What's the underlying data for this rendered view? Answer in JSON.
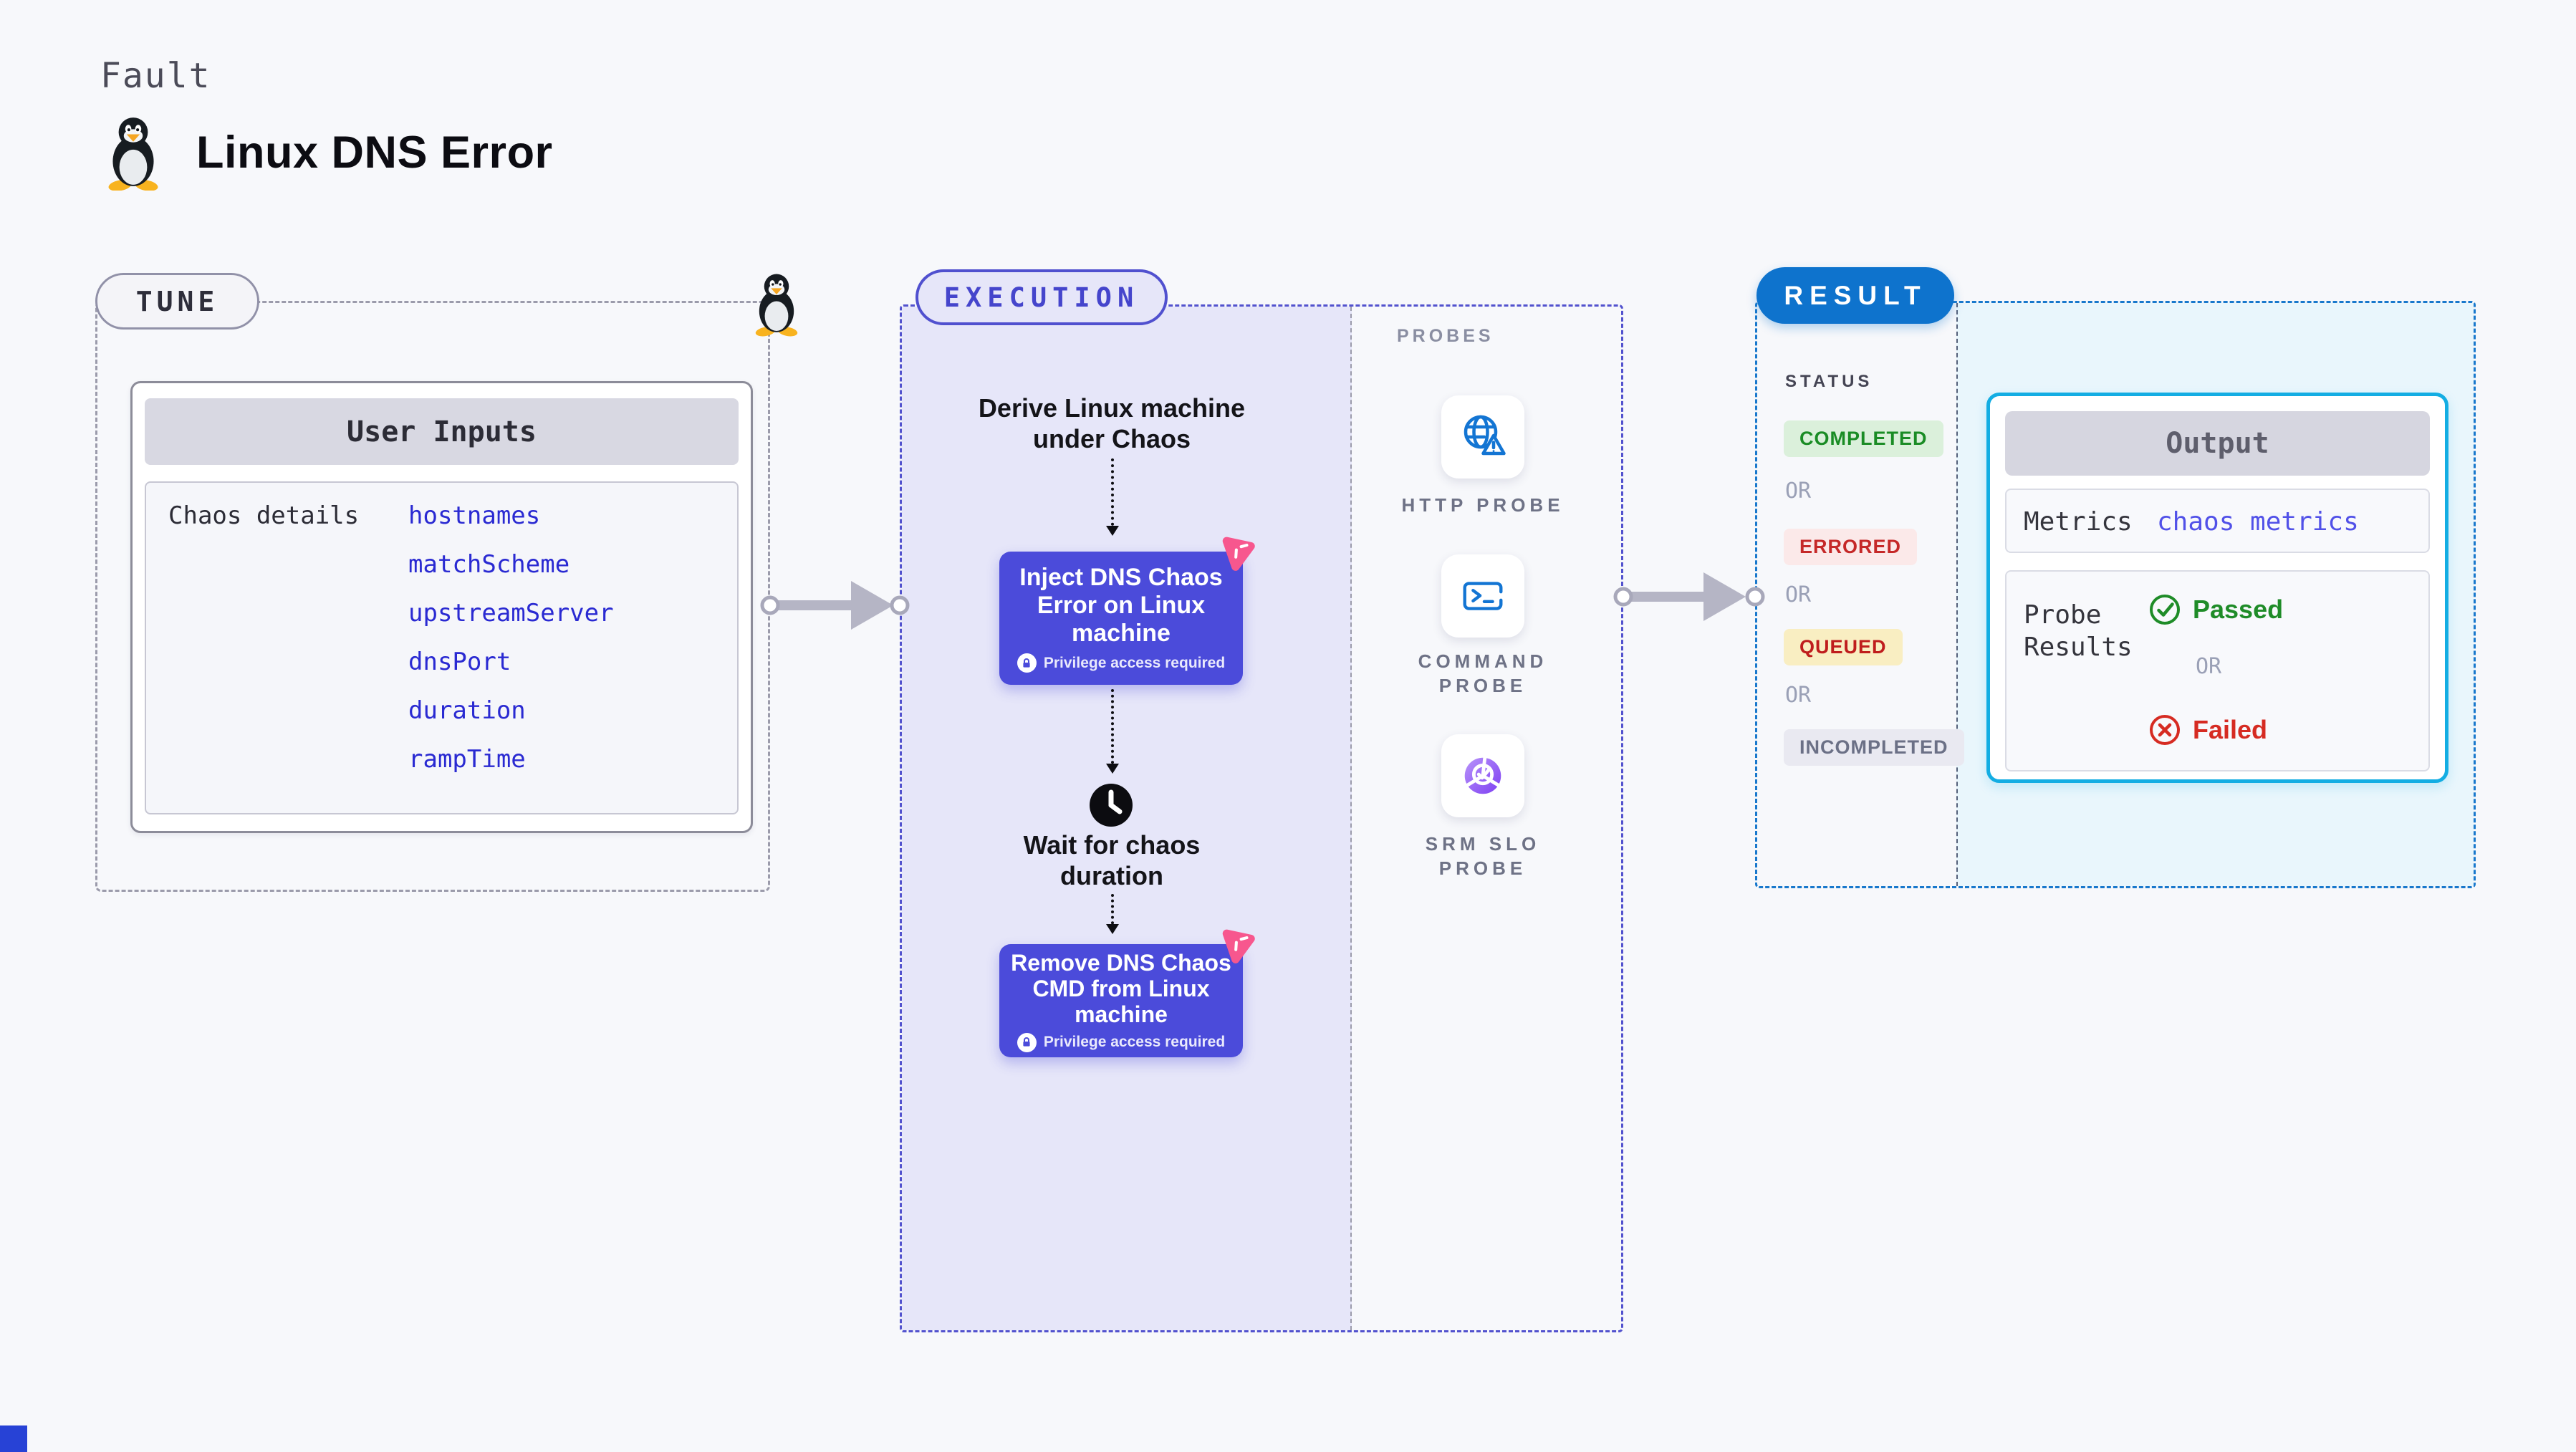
{
  "header": {
    "eyebrow": "Fault",
    "title": "Linux DNS Error"
  },
  "tune": {
    "pill_label": "TUNE",
    "card_title": "User Inputs",
    "row_label": "Chaos details",
    "inputs": [
      "hostnames",
      "matchScheme",
      "upstreamServer",
      "dnsPort",
      "duration",
      "rampTime"
    ]
  },
  "execution": {
    "pill_label": "EXECUTION",
    "derive_step": "Derive Linux machine\nunder Chaos",
    "inject_step": "Inject DNS Chaos\nError on Linux\nmachine",
    "wait_step": "Wait for chaos\nduration",
    "remove_step": "Remove DNS Chaos\nCMD from Linux\nmachine",
    "privilege_note": "Privilege access required"
  },
  "probes": {
    "section_label": "PROBES",
    "items": [
      {
        "label": "HTTP PROBE",
        "icon": "globe-alert-icon"
      },
      {
        "label": "COMMAND\nPROBE",
        "icon": "terminal-icon"
      },
      {
        "label": "SRM SLO\nPROBE",
        "icon": "slo-donut-icon"
      }
    ]
  },
  "result": {
    "pill_label": "RESULT",
    "status_label": "STATUS",
    "or_label": "OR",
    "statuses": [
      {
        "label": "COMPLETED",
        "bg": "#dbf0db",
        "color": "#1a8c25"
      },
      {
        "label": "ERRORED",
        "bg": "#fbe9e9",
        "color": "#c52828"
      },
      {
        "label": "QUEUED",
        "bg": "#f9eec2",
        "color": "#bf1d1d"
      },
      {
        "label": "INCOMPLETED",
        "bg": "#e9e9f1",
        "color": "#6b7086"
      }
    ],
    "output": {
      "title": "Output",
      "metrics_label": "Metrics",
      "metrics_link": "chaos metrics",
      "probe_results_label": "Probe\nResults",
      "passed_label": "Passed",
      "failed_label": "Failed"
    }
  },
  "colors": {
    "page_bg": "#f7f8fb",
    "indigo_button": "#4b4bda",
    "execution_accent": "#5050cf",
    "execution_bg": "#e6e6f9",
    "result_accent": "#0e73cd",
    "output_border": "#13ade3",
    "output_bg": "#e9f6fc",
    "pink_marker": "#f7578e",
    "probe_icon_blue": "#1375d3",
    "slo_purple": "#8a52f0",
    "passed_green": "#1f8c28",
    "failed_red": "#d62b22",
    "gray_arrow": "#b5b5c5"
  }
}
